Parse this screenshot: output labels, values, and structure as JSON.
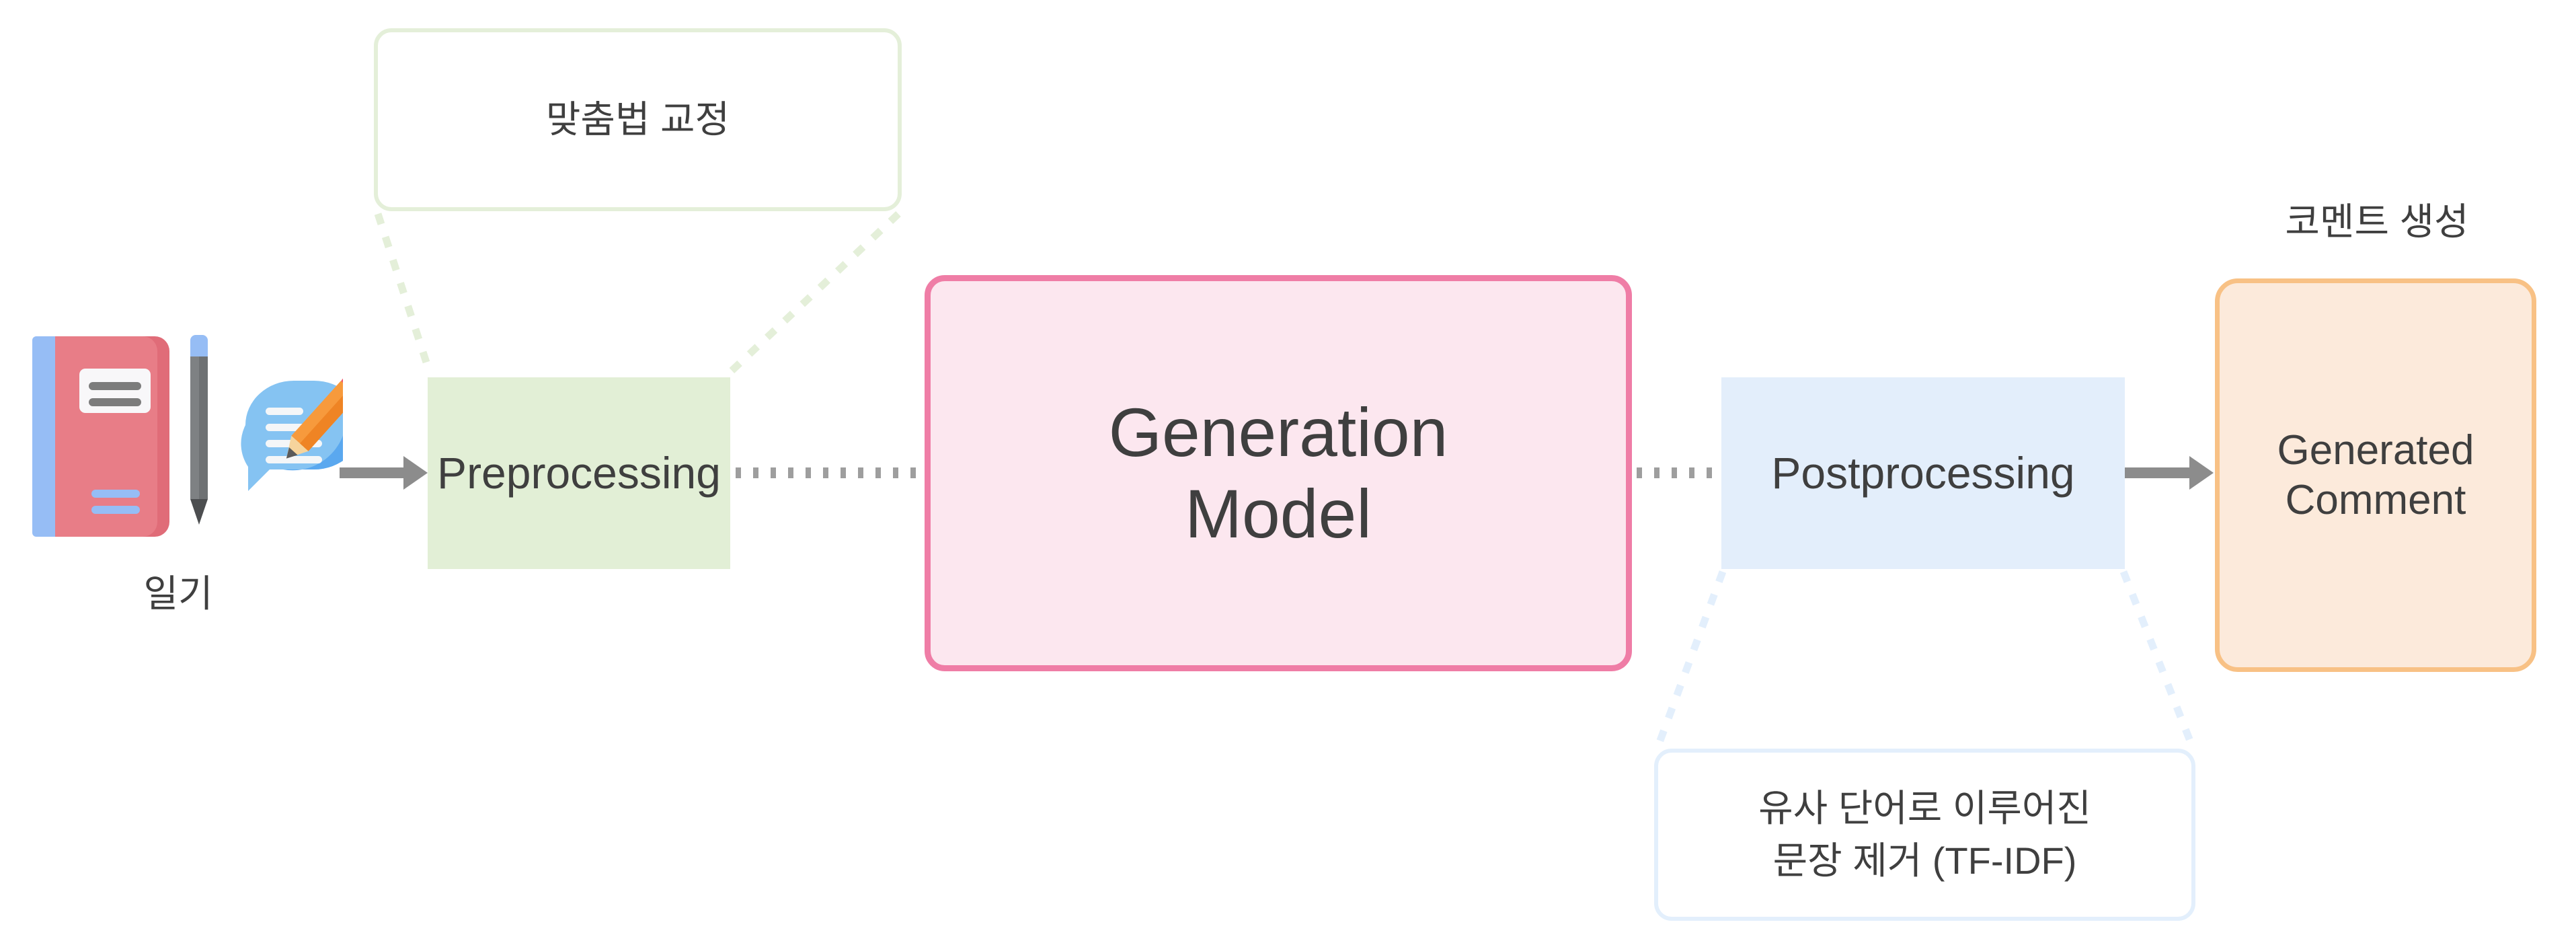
{
  "diagram": {
    "title_flow": "Diary to generated comment pipeline",
    "source": {
      "icon_book": "diary-book-icon",
      "icon_pencil": "stylus-pencil-icon",
      "icon_bubble": "comment-bubble-pencil-icon",
      "label": "일기"
    },
    "nodes": [
      {
        "id": "preprocessing",
        "label": "Preprocessing",
        "fill": "#e2efd6",
        "border": "none"
      },
      {
        "id": "generation-model",
        "label": "Generation\nModel",
        "line1": "Generation",
        "line2": "Model",
        "fill": "#fce7ef",
        "border": "#ef7da6"
      },
      {
        "id": "postprocessing",
        "label": "Postprocessing",
        "fill": "#e3eefb",
        "border": "none"
      },
      {
        "id": "generated-comment",
        "label": "Generated\nComment",
        "line1": "Generated",
        "line2": "Comment",
        "fill": "#fceadb",
        "border": "#f8c185"
      }
    ],
    "callouts": [
      {
        "id": "spelling",
        "text": "맞춤법 교정",
        "border_color": "#e4efd9",
        "attaches_to": "preprocessing"
      },
      {
        "id": "tfidf",
        "line1": "유사 단어로 이루어진",
        "line2": "문장 제거 (TF-IDF)",
        "border_color": "#e3effc",
        "attaches_to": "postprocessing"
      }
    ],
    "labels": {
      "diary": "일기",
      "comment_generation": "코멘트 생성"
    },
    "connectors": [
      {
        "from": "source-icons",
        "to": "preprocessing",
        "style": "solid-arrow",
        "color": "#8c8c8c"
      },
      {
        "from": "preprocessing",
        "to": "generation-model",
        "style": "dotted",
        "color": "#9e9e9e"
      },
      {
        "from": "generation-model",
        "to": "postprocessing",
        "style": "dotted",
        "color": "#9e9e9e"
      },
      {
        "from": "postprocessing",
        "to": "generated-comment",
        "style": "solid-arrow",
        "color": "#8c8c8c"
      }
    ],
    "colors": {
      "green_fill": "#e2efd6",
      "green_border": "#e4efd9",
      "pink_fill": "#fce7ef",
      "pink_border": "#ef7da6",
      "blue_fill": "#e3eefb",
      "blue_border": "#e3effc",
      "orange_fill": "#fceadb",
      "orange_border": "#f8c185",
      "arrow_gray": "#8c8c8c",
      "text_gray": "#3f3f3f"
    }
  }
}
